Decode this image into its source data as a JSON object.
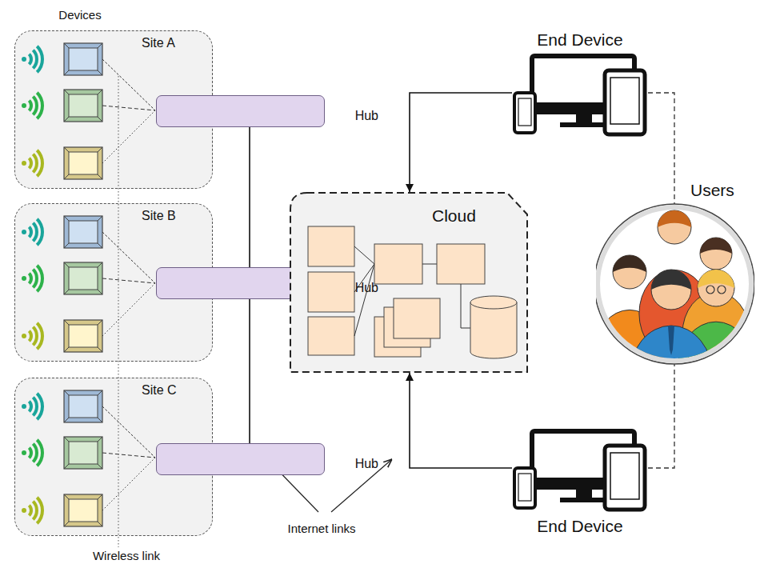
{
  "diagram": {
    "nodes": [
      {
        "text": [
          "Site A"
        ]
      },
      {
        "text": [
          "Hub"
        ],
        "in": 0
      },
      {
        "text": [
          "Site B"
        ]
      },
      {
        "text": [
          "Hub"
        ],
        "in": 2
      },
      {
        "text": [
          "Site C"
        ]
      },
      {
        "text": [
          "Hub"
        ],
        "in": 4
      },
      {
        "text": [
          "Cloud"
        ]
      },
      {
        "text": [
          "End Device"
        ]
      },
      {
        "text": [
          "Users"
        ]
      },
      {
        "text": [
          "End Device"
        ]
      }
    ],
    "edges": [
      {
        "from": 1,
        "to": 6,
        "arrow": "to"
      },
      {
        "from": 3,
        "to": 6,
        "arrow": "to"
      },
      {
        "from": 5,
        "to": 6,
        "arrow": "to"
      },
      {
        "from": 7,
        "to": 6,
        "arrow": "to"
      },
      {
        "from": 9,
        "to": 6,
        "arrow": "to"
      },
      {
        "from": 7,
        "to": 8,
        "arrow": "none"
      },
      {
        "from": 9,
        "to": 8,
        "arrow": "none"
      }
    ],
    "labels": [
      "Devices",
      "Wireless link",
      "Internet links"
    ]
  }
}
